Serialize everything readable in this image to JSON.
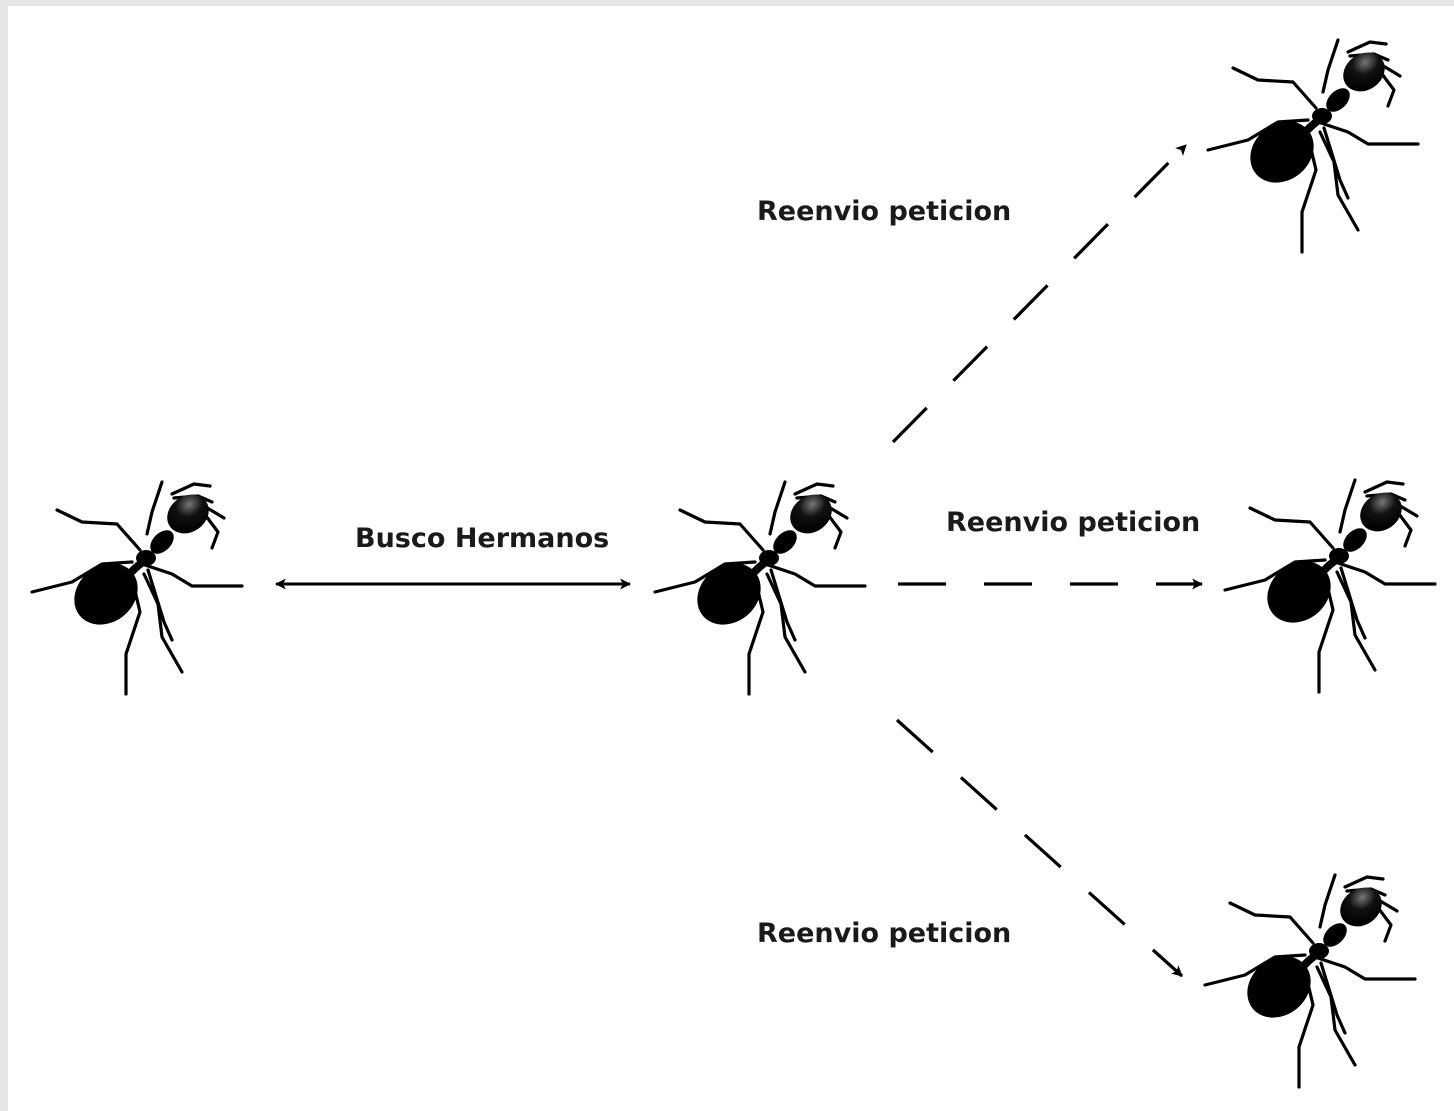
{
  "diagram": {
    "labels": {
      "busco": "Busco Hermanos",
      "reenvio_top": "Reenvio peticion",
      "reenvio_middle": "Reenvio peticion",
      "reenvio_bottom": "Reenvio peticion"
    },
    "nodes": [
      {
        "id": "ant-left",
        "icon": "ant-icon"
      },
      {
        "id": "ant-center",
        "icon": "ant-icon"
      },
      {
        "id": "ant-top-right",
        "icon": "ant-icon"
      },
      {
        "id": "ant-middle-right",
        "icon": "ant-icon"
      },
      {
        "id": "ant-bottom-right",
        "icon": "ant-icon"
      }
    ],
    "edges": [
      {
        "from": "ant-left",
        "to": "ant-center",
        "style": "solid",
        "direction": "both",
        "label": "busco"
      },
      {
        "from": "ant-center",
        "to": "ant-top-right",
        "style": "dashed",
        "direction": "forward",
        "label": "reenvio_top"
      },
      {
        "from": "ant-center",
        "to": "ant-middle-right",
        "style": "dashed",
        "direction": "forward",
        "label": "reenvio_middle"
      },
      {
        "from": "ant-center",
        "to": "ant-bottom-right",
        "style": "dashed",
        "direction": "forward",
        "label": "reenvio_bottom"
      }
    ],
    "colors": {
      "ant": "#000000",
      "line": "#000000",
      "background": "#ffffff",
      "frame": "#e6e6e6"
    }
  }
}
